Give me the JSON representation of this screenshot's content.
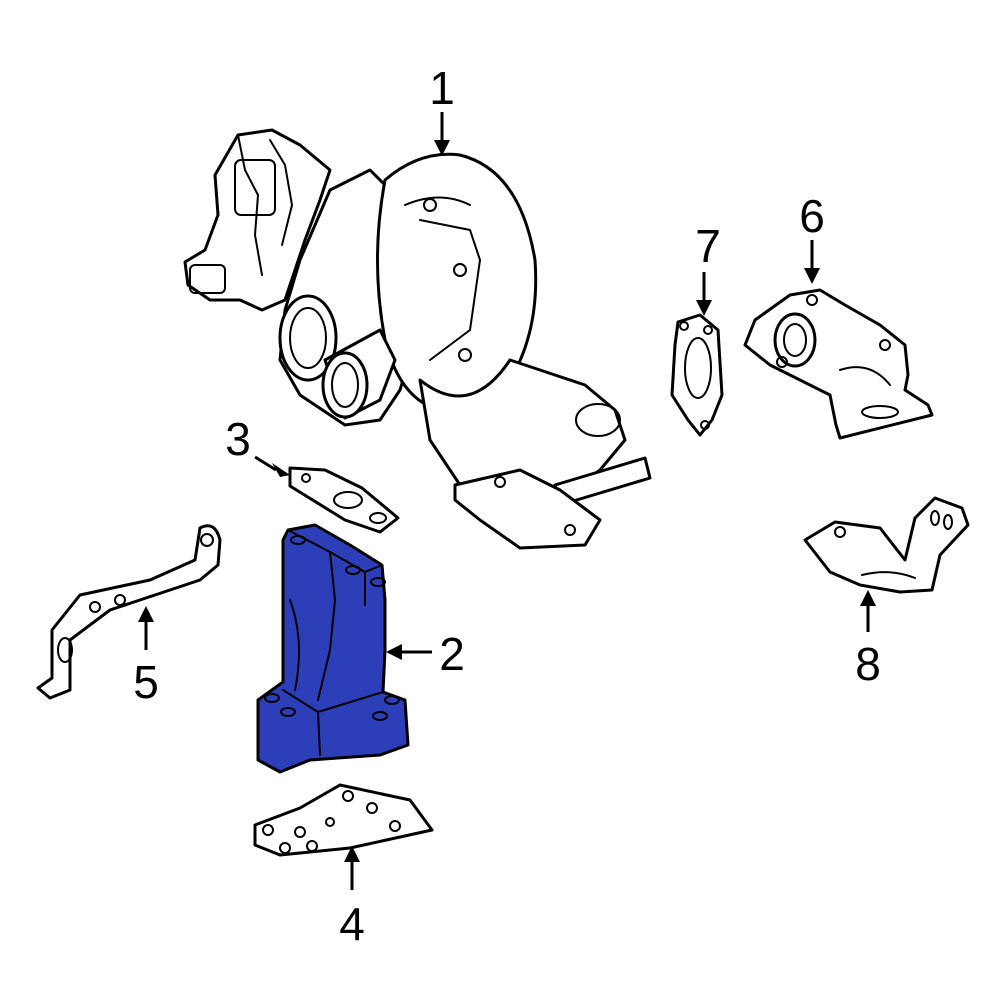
{
  "diagram": {
    "highlight_color": "#2D3FB8",
    "callouts": [
      {
        "id": "1",
        "label": "1",
        "part": "turbocharger"
      },
      {
        "id": "2",
        "label": "2",
        "part": "bracket"
      },
      {
        "id": "3",
        "label": "3",
        "part": "gasket"
      },
      {
        "id": "4",
        "label": "4",
        "part": "gasket"
      },
      {
        "id": "5",
        "label": "5",
        "part": "bracket"
      },
      {
        "id": "6",
        "label": "6",
        "part": "elbow"
      },
      {
        "id": "7",
        "label": "7",
        "part": "gasket"
      },
      {
        "id": "8",
        "label": "8",
        "part": "bracket"
      }
    ]
  }
}
